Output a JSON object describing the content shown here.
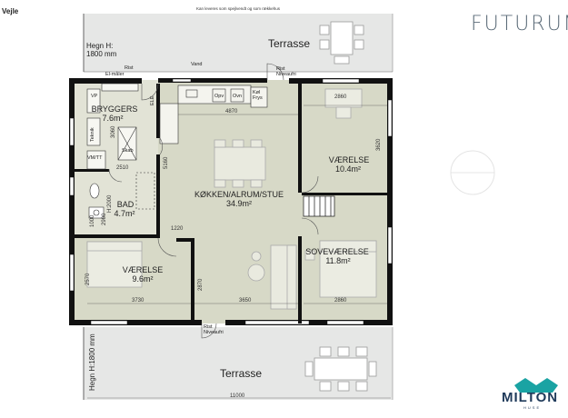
{
  "header": {
    "city": "Vejle",
    "note": "Kan leveres som spejlvendt og som rækkehus"
  },
  "brands": {
    "top": "FUTURUM",
    "bottom": "MILTON",
    "bottom_sub": "HUSE",
    "accent": "#1aa3a3",
    "dark": "#1f3a5a"
  },
  "colors": {
    "floor": "#d7d9c7",
    "terrace": "#e6e7e6",
    "wall": "#111111"
  },
  "rooms": {
    "bryggers": {
      "name": "BRYGGERS",
      "area": "7.6m²"
    },
    "kitchen": {
      "name": "KØKKEN/ALRUM/STUE",
      "area": "34.9m²"
    },
    "vaerelse1": {
      "name": "VÆRELSE",
      "area": "10.4m²"
    },
    "bad": {
      "name": "BAD",
      "area": "4.7m²"
    },
    "sovevaerelse": {
      "name": "SOVEVÆRELSE",
      "area": "11.8m²"
    },
    "vaerelse2": {
      "name": "VÆRELSE",
      "area": "9.6m²"
    }
  },
  "terraces": {
    "top": "Terrasse",
    "bottom": "Terrasse"
  },
  "fence": {
    "top": "Hegn H:\n1800 mm",
    "bottom": "Hegn H:1800 mm"
  },
  "labels": {
    "el_maaler": "El-måler",
    "rist_top": "Rist",
    "vand": "Vand",
    "rist_niveaufri_1": "Rist\nNiveaufri",
    "rist_niveaufri_2": "Rist\nNiveaufri",
    "vp": "VP",
    "teknik": "Teknik",
    "vm_tt": "VM/TT",
    "ovn": "Ovn",
    "opv": "Opv",
    "kol_frys": "Køl\nFrys",
    "ele": "ELE",
    "skab": "Skab"
  },
  "dimensions": {
    "d4870": "4870",
    "d2860a": "2860",
    "d2860b": "2860",
    "d3730": "3730",
    "d3650": "3650",
    "d1220": "1220",
    "d2510": "2510",
    "d11000": "11000",
    "d3060": "3060",
    "d5160": "5160",
    "d2900": "2900",
    "d1000": "1000",
    "d2570": "2570",
    "d2870": "2870",
    "d3620": "3620",
    "d_bad": "H:2000"
  }
}
